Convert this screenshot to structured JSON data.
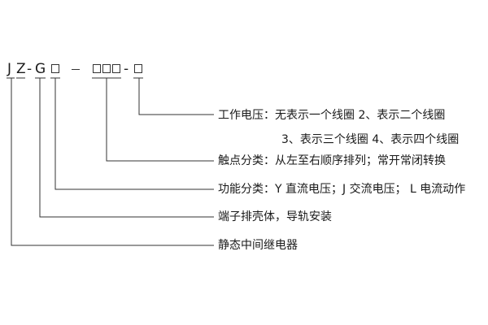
{
  "model_code": {
    "j": "J",
    "z": "Z",
    "dash1": "-",
    "g": "G",
    "dash3": "-"
  },
  "descriptions": {
    "coil_voltage_line1": "工作电压：无表示一个线圈     2、表示二个线圈",
    "coil_voltage_line2": "3、表示三个线圈     4、表示四个线圈",
    "contact_type": "触点分类：从左至右顺序排列；常开常闭转换",
    "function_type": "功能分类：Y 直流电压；J 交流电压； L 电流动作",
    "terminal_type": "端子排壳体，导轨安装",
    "relay_type": "静态中间继电器"
  },
  "colors": {
    "line": "#333333",
    "text": "#1a1a1a"
  }
}
